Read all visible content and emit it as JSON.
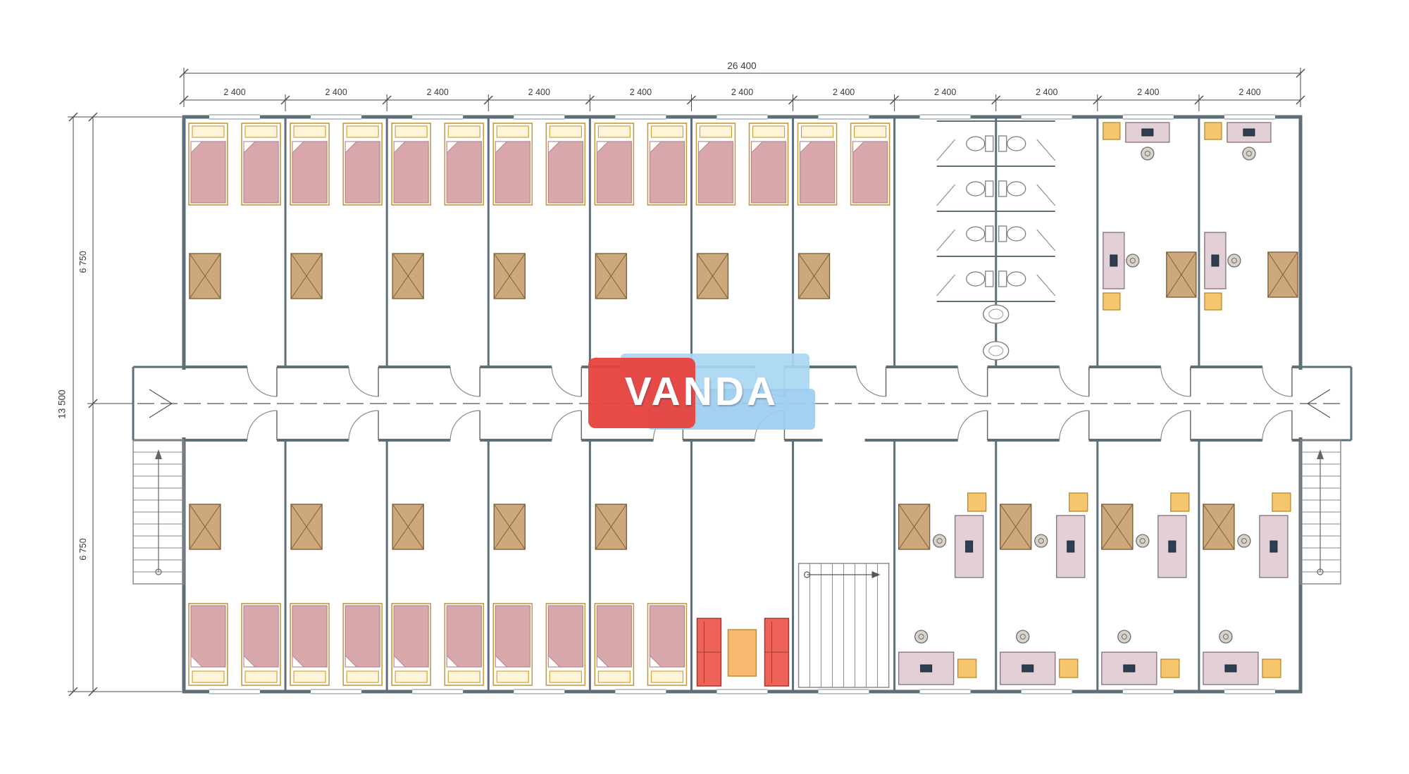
{
  "watermark": {
    "text": "VANDA",
    "red": "#e8423c",
    "blue_light": "#a9d6f2",
    "blue_dark": "#9ccdee"
  },
  "dimensions": {
    "total_width": "26 400",
    "total_height": "13 500",
    "room_depth_top": "6 750",
    "room_depth_bottom": "6 750",
    "bays": [
      "2 400",
      "2 400",
      "2 400",
      "2 400",
      "2 400",
      "2 400",
      "2 400",
      "2 400",
      "2 400",
      "2 400",
      "2 400"
    ]
  },
  "colors": {
    "wall": "#5f6f78",
    "dimension": "#4a4a4a",
    "bed_blanket": "#d9a8ad",
    "bed_frame": "#c79a3f",
    "pillow": "#fdf4da",
    "wardrobe": "#cda87d",
    "desk": "#e3d0d6",
    "computer": "#2e3f52",
    "cabinet": "#f6c66d",
    "sofa": "#ef6258",
    "coffee_table": "#f6b96d",
    "stairs": "#8a8a8a"
  },
  "plan": {
    "top_rooms": [
      "dorm",
      "dorm",
      "dorm",
      "dorm",
      "dorm",
      "dorm",
      "dorm",
      "wc",
      "wc",
      "office",
      "office"
    ],
    "bottom_rooms": [
      "dorm",
      "dorm",
      "dorm",
      "dorm",
      "dorm",
      "lounge",
      "stairs",
      "office",
      "office",
      "office",
      "office"
    ]
  }
}
